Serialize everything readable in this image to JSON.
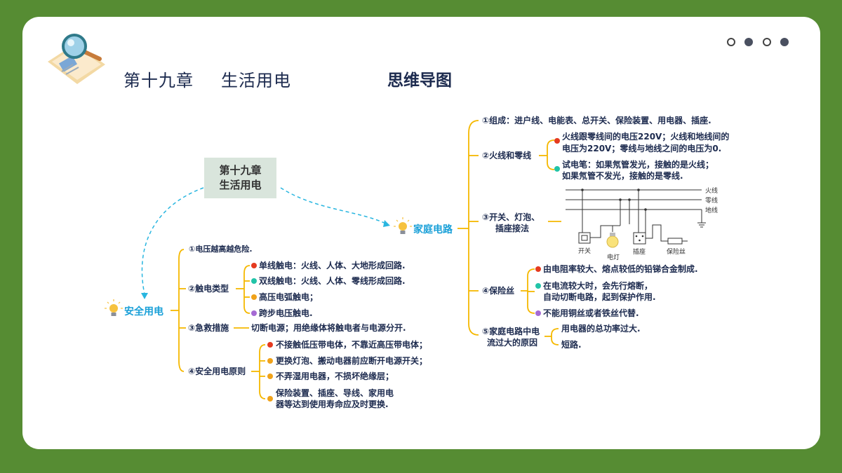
{
  "header": {
    "chapter": "第十九章",
    "subject": "生活用电",
    "mindmap": "思维导图"
  },
  "central": {
    "line1": "第十九章",
    "line2": "生活用电"
  },
  "safety": {
    "title": "安全用电",
    "items": [
      {
        "label": "①电压越高越危险."
      },
      {
        "label": "②触电类型",
        "children": [
          "单线触电：火线、人体、大地形成回路.",
          "双线触电：火线、人体、零线形成回路.",
          "高压电弧触电；",
          "跨步电压触电."
        ]
      },
      {
        "label": "③急救措施",
        "children": [
          "切断电源；用绝缘体将触电者与电源分开."
        ]
      },
      {
        "label": "④安全用电原则",
        "children": [
          "不接触低压带电体，不靠近高压带电体；",
          "更换灯泡、搬动电器前应断开电源开关；",
          "不弄湿用电器，不损坏绝缘层；",
          "保险装置、插座、导线、家用电",
          "器等达到使用寿命应及时更换."
        ]
      }
    ]
  },
  "home": {
    "title": "家庭电路",
    "items": [
      {
        "label": "①组成：进户线、电能表、总开关、保险装置、用电器、插座."
      },
      {
        "label": "②火线和零线",
        "children": [
          "火线跟零线间的电压220V；火线和地线间的",
          "电压为220V；零线与地线之间的电压为0.",
          "试电笔：如果氖管发光，接触的是火线；",
          "如果氖管不发光，接触的是零线."
        ]
      },
      {
        "label1": "③开关、灯泡、",
        "label2": "插座接法"
      },
      {
        "label": "④保险丝",
        "children": [
          "由电阻率较大、熔点较低的铅锑合金制成.",
          "在电流较大时，会先行熔断，",
          "自动切断电路，起到保护作用.",
          "不能用铜丝或者铁丝代替."
        ]
      },
      {
        "label1": "⑤家庭电路中电",
        "label2": "流过大的原因",
        "children": [
          "用电器的总功率过大.",
          "短路."
        ]
      }
    ]
  },
  "circuit": {
    "lines": [
      "火线",
      "零线",
      "地线"
    ],
    "parts": [
      "开关",
      "电灯",
      "插座",
      "保险丝"
    ]
  },
  "bullet_marks": [
    "1",
    "2",
    "3",
    "4"
  ],
  "colors": {
    "frame": "#568c33",
    "branch": "#1aa0d8",
    "connector": "#f5b800",
    "dashed": "#29b6e0",
    "text": "#1d2b4f"
  }
}
